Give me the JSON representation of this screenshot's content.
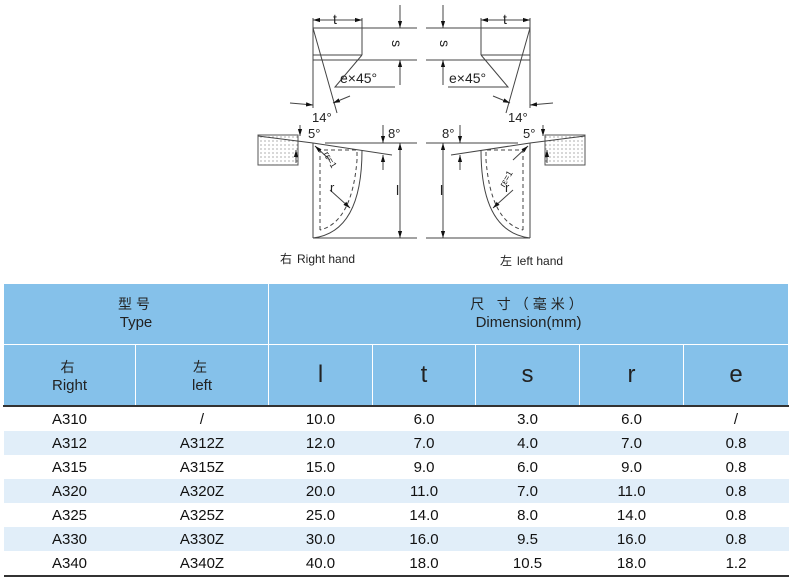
{
  "diagram": {
    "t": "t",
    "s": "s",
    "e45": "e×45°",
    "a14": "14°",
    "a5": "5°",
    "a8": "8°",
    "re": "rε=1",
    "r": "r",
    "l": "l",
    "right_cn": "右",
    "right_label": "Right hand",
    "left_cn": "左",
    "left_label": "left hand"
  },
  "table": {
    "type_cn": "型号",
    "type_en": "Type",
    "dim_cn": "尺 寸（毫米）",
    "dim_en": "Dimension(mm)",
    "right_cn": "右",
    "right_en": "Right",
    "left_cn": "左",
    "left_en": "left",
    "cols": [
      "l",
      "t",
      "s",
      "r",
      "e"
    ],
    "rows": [
      [
        "A310",
        "/",
        "10.0",
        "6.0",
        "3.0",
        "6.0",
        "/"
      ],
      [
        "A312",
        "A312Z",
        "12.0",
        "7.0",
        "4.0",
        "7.0",
        "0.8"
      ],
      [
        "A315",
        "A315Z",
        "15.0",
        "9.0",
        "6.0",
        "9.0",
        "0.8"
      ],
      [
        "A320",
        "A320Z",
        "20.0",
        "11.0",
        "7.0",
        "11.0",
        "0.8"
      ],
      [
        "A325",
        "A325Z",
        "25.0",
        "14.0",
        "8.0",
        "14.0",
        "0.8"
      ],
      [
        "A330",
        "A330Z",
        "30.0",
        "16.0",
        "9.5",
        "16.0",
        "0.8"
      ],
      [
        "A340",
        "A340Z",
        "40.0",
        "18.0",
        "10.5",
        "18.0",
        "1.2"
      ]
    ]
  }
}
